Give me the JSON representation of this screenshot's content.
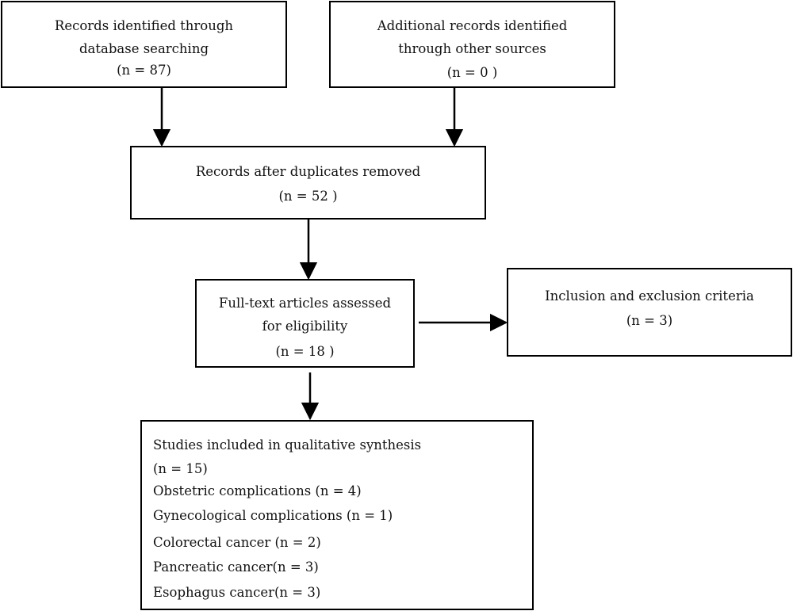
{
  "boxes": {
    "database": {
      "line1": "Records identified through",
      "line2": "database searching",
      "line3": "(n = 87)"
    },
    "other_sources": {
      "line1": "Additional records identified",
      "line2": "through other sources",
      "line3": "(n = 0 )"
    },
    "duplicates_removed": {
      "line1": "Records after duplicates removed",
      "line2": "(n = 52 )"
    },
    "full_text": {
      "line1": "Full-text articles assessed",
      "line2": "for eligibility",
      "line3": "(n = 18 )"
    },
    "criteria": {
      "line1": "Inclusion and exclusion criteria",
      "line2": "(n = 3)"
    },
    "included": {
      "title": "Studies included in qualitative synthesis",
      "count": "(n = 15)",
      "items": [
        "Obstetric complications (n = 4)",
        "Gynecological complications (n = 1)",
        "Colorectal cancer (n = 2)",
        "Pancreatic cancer(n = 3)",
        "Esophagus cancer(n = 3)"
      ]
    }
  }
}
